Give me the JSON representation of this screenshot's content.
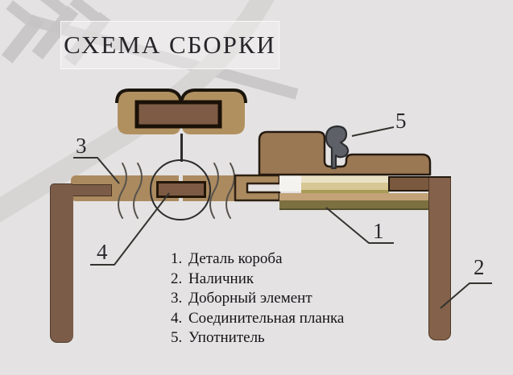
{
  "title": "СХЕМА СБОРКИ",
  "legend": [
    {
      "num": "1.",
      "label": "Деталь короба"
    },
    {
      "num": "2.",
      "label": "Наличник"
    },
    {
      "num": "3.",
      "label": "Доборный элемент"
    },
    {
      "num": "4.",
      "label": "Соединительная планка"
    },
    {
      "num": "5.",
      "label": "Употнитель"
    }
  ],
  "callouts": {
    "part1": "1",
    "part2": "2",
    "part3": "3",
    "part4": "4",
    "part5": "5"
  },
  "colors": {
    "background": "#e4e2e2",
    "wood_panel": "#b19060",
    "wood_board": "#ab8a5f",
    "wood_casing": "#7b5c49",
    "wood_block": "#9b7854",
    "connecting_strip": "#7d5a44",
    "seal_gray": "#5d6167",
    "outline_dark": "#241a10",
    "watermark_gray": "#c9c7c7"
  }
}
